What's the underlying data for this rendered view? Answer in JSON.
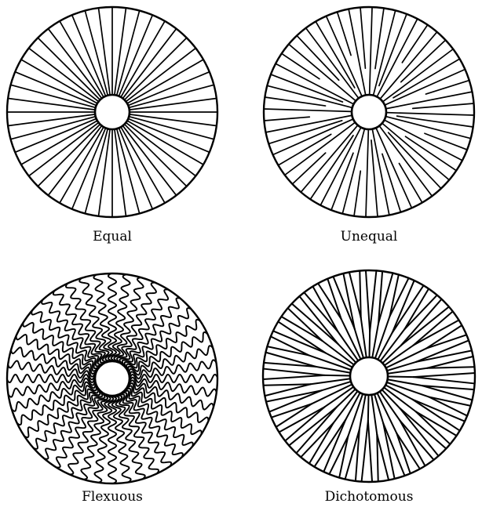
{
  "figure": {
    "panels": [
      {
        "id": "equal",
        "caption": "Equal",
        "gill_type": "equal",
        "gill_count": 48
      },
      {
        "id": "unequal",
        "caption": "Unequal",
        "gill_type": "unequal",
        "gill_count": 56
      },
      {
        "id": "flexuous",
        "caption": "Flexuous",
        "gill_type": "flexuous",
        "gill_count": 44
      },
      {
        "id": "dichotomous",
        "caption": "Dichotomous",
        "gill_type": "dichotomous",
        "gill_count": 40
      }
    ],
    "colors": {
      "ink": "#000000",
      "paper": "#ffffff"
    }
  }
}
